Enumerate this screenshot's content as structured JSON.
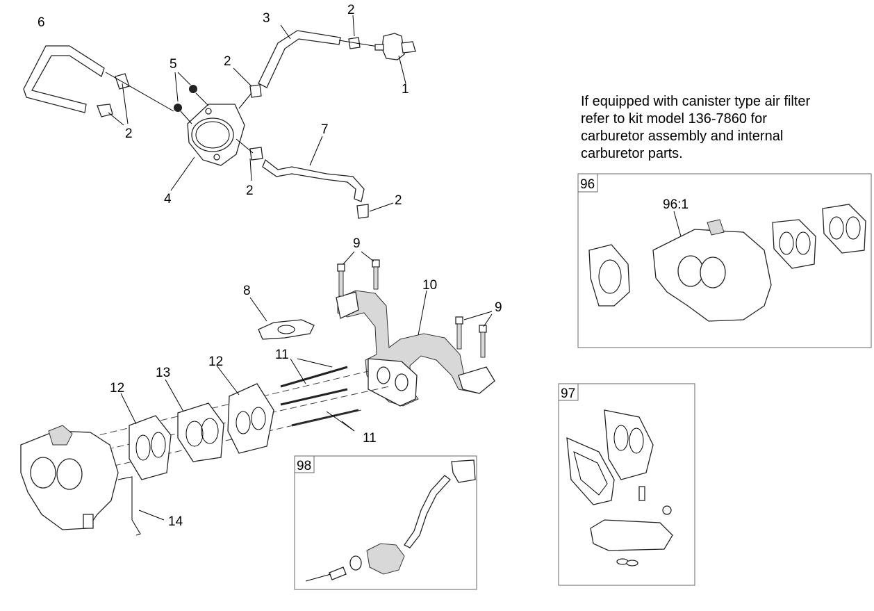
{
  "note": {
    "lines": [
      "If equipped with canister type air filter",
      "refer to kit model 136-7860 for",
      "carburetor assembly and internal",
      "carburetor parts."
    ]
  },
  "callouts": {
    "c1": "1",
    "c2a": "2",
    "c2b": "2",
    "c2c": "2",
    "c2d": "2",
    "c2e": "2",
    "c3": "3",
    "c4": "4",
    "c5": "5",
    "c6": "6",
    "c7": "7",
    "c8": "8",
    "c9a": "9",
    "c9b": "9",
    "c10": "10",
    "c11a": "11",
    "c11b": "11",
    "c12a": "12",
    "c12b": "12",
    "c13": "13",
    "c14": "14"
  },
  "kits": {
    "k96": "96",
    "k96_1": "96:1",
    "k97": "97",
    "k98": "98"
  }
}
